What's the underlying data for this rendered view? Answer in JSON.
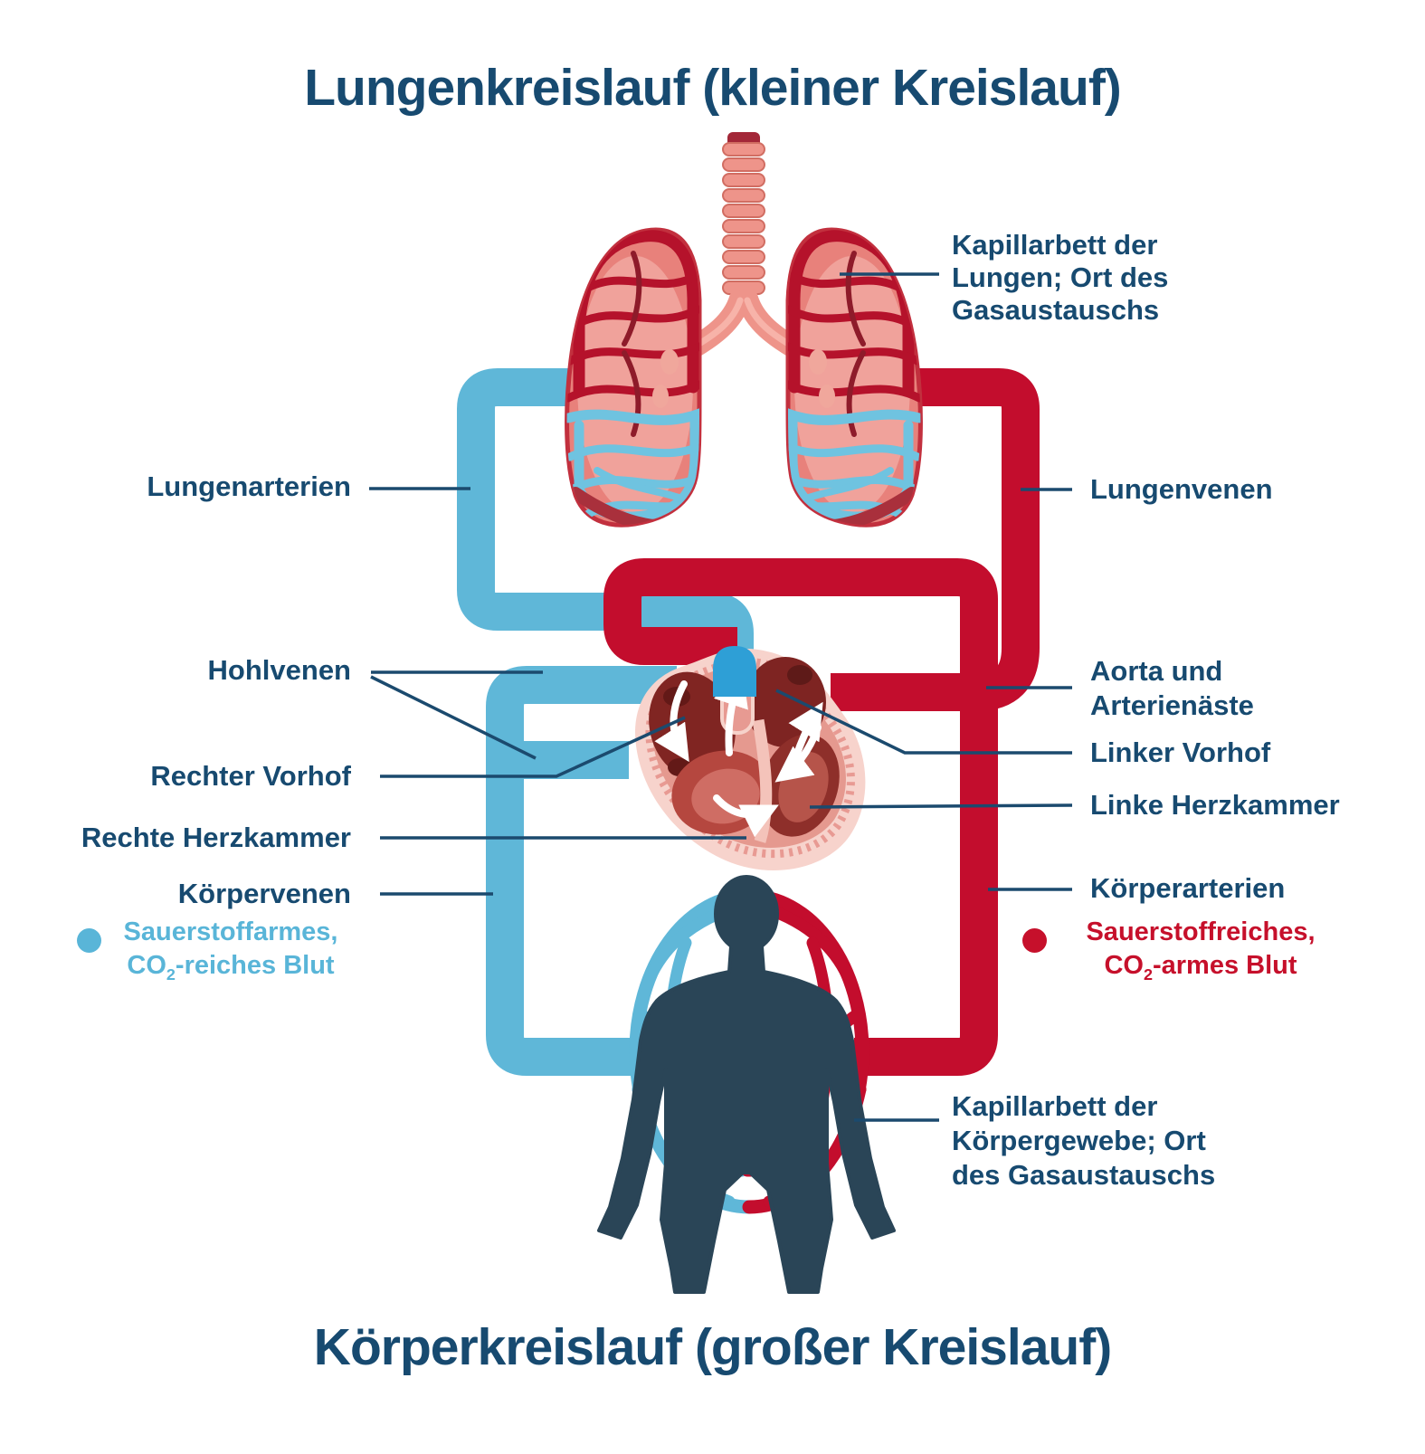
{
  "title_top": "Lungenkreislauf (kleiner Kreislauf)",
  "title_bottom": "Körperkreislauf (großer Kreislauf)",
  "labels": {
    "lungenarterien": "Lungenarterien",
    "hohlvenen": "Hohlvenen",
    "rechter_vorhof": "Rechter Vorhof",
    "rechte_herzkammer": "Rechte Herzkammer",
    "koerpervenen": "Körpervenen",
    "kapillarbett_lungen": {
      "lines": [
        "Kapillarbett der",
        "Lungen; Ort des",
        "Gasaustauschs"
      ]
    },
    "lungenvenen": "Lungenvenen",
    "aorta": {
      "lines": [
        "Aorta und",
        "Arterienäste"
      ]
    },
    "linker_vorhof": "Linker Vorhof",
    "linke_herzkammer": "Linke Herzkammer",
    "koerperarterien": "Körperarterien",
    "kapillarbett_koerper": {
      "lines": [
        "Kapillarbett der",
        "Körpergewebe; Ort",
        "des Gasaustauschs"
      ]
    }
  },
  "legend": {
    "venous": {
      "line1": "Sauerstoffarmes,",
      "co": "CO",
      "sub": "2",
      "rest": "-reiches Blut",
      "color": "#59b5d8"
    },
    "arterial": {
      "line1": "Sauerstoffreiches,",
      "co": "CO",
      "sub": "2",
      "rest": "-armes Blut",
      "color": "#c6102b"
    }
  },
  "colors": {
    "text_dark_blue": "#174a70",
    "pipe_blue": "#5fb7d8",
    "pipe_blue_dark_cap": "#2e9fd6",
    "pipe_red": "#c30d2d",
    "leader_line": "#1b4a6e",
    "body_silhouette": "#2a4557",
    "lung_fill": "#e8817b",
    "lung_vessel_red": "#b5122b",
    "lung_vessel_blue": "#6fc3e0"
  }
}
